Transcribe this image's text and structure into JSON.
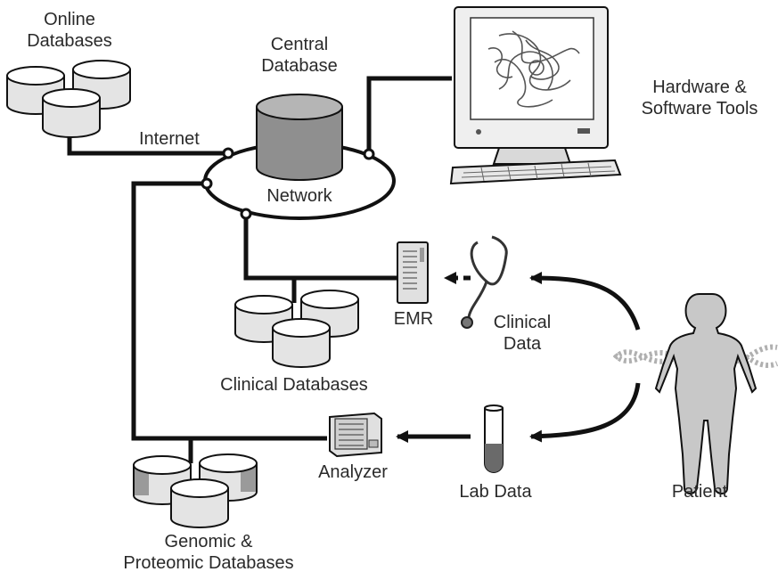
{
  "labels": {
    "online_databases_line1": "Online",
    "online_databases_line2": "Databases",
    "central_database_line1": "Central",
    "central_database_line2": "Database",
    "internet": "Internet",
    "network": "Network",
    "hardware_software_line1": "Hardware &",
    "hardware_software_line2": "Software Tools",
    "emr": "EMR",
    "clinical_data_line1": "Clinical",
    "clinical_data_line2": "Data",
    "clinical_databases": "Clinical Databases",
    "analyzer": "Analyzer",
    "lab_data": "Lab Data",
    "patient": "Patient",
    "genomic_line1": "Genomic &",
    "genomic_line2": "Proteomic Databases"
  },
  "colors": {
    "line": "#111111",
    "cylinder_top": "#ffffff",
    "cylinder_body": "#e4e4e4",
    "central_db": "#8f8f8f",
    "patient_fill": "#c8c8c8",
    "genomic_band": "#9a9a9a",
    "dna_strand": "#b0b0b0"
  }
}
